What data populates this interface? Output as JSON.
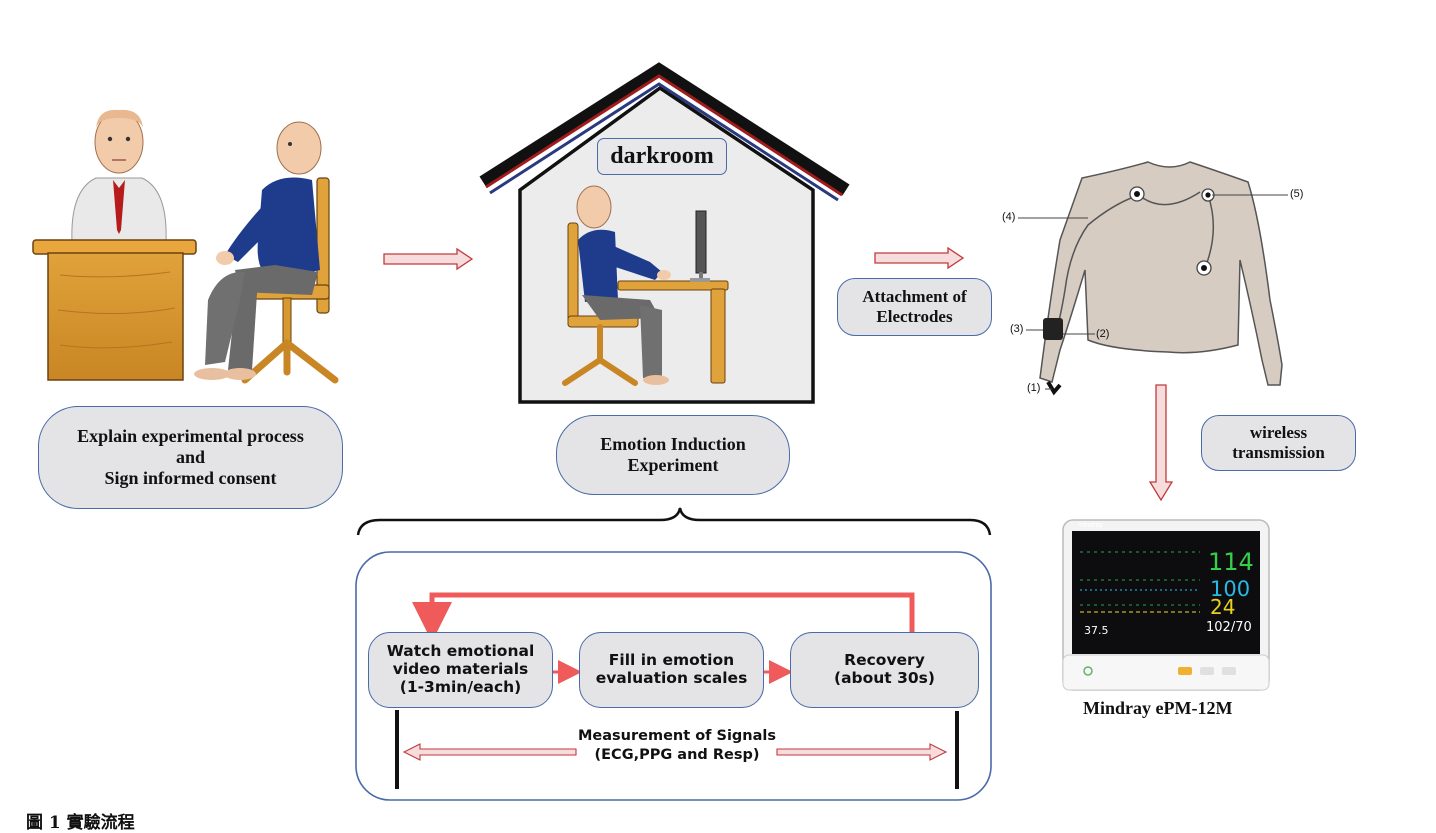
{
  "consent_box": {
    "line1": "Explain experimental process",
    "line2": "and",
    "line3": "Sign informed consent"
  },
  "darkroom": {
    "label": "darkroom"
  },
  "emotion_box": {
    "line1": "Emotion Induction",
    "line2": "Experiment"
  },
  "electrodes_box": {
    "line1": "Attachment of",
    "line2": "Electrodes"
  },
  "electrode_labels": [
    "(1)",
    "(2)",
    "(3)",
    "(4)",
    "(5)"
  ],
  "wireless_box": {
    "line1": "wireless",
    "line2": "transmission"
  },
  "monitor": {
    "caption": "Mindray ePM-12M",
    "brand": "mindray",
    "readings": {
      "hr": "114",
      "spo2": "100",
      "resp": "24",
      "temp": "37.5",
      "nibp": "102/70"
    }
  },
  "steps": [
    {
      "line1": "Watch emotional",
      "line2": "video materials",
      "line3": "(1-3min/each)"
    },
    {
      "line1": "Fill in emotion",
      "line2": "evaluation scales"
    },
    {
      "line1": "Recovery",
      "line2": "(about 30s)"
    }
  ],
  "measurement": {
    "line1": "Measurement of  Signals",
    "line2": "(ECG,PPG and  Resp)"
  },
  "figure_caption": "圖 1 實驗流程",
  "colors": {
    "border_blue": "#4a6aa8",
    "box_gray": "#e4e4e6",
    "loop_red": "#ef5b5b",
    "arrow_pink": "#f3d3d3",
    "arrow_stroke": "#c23a3a"
  }
}
